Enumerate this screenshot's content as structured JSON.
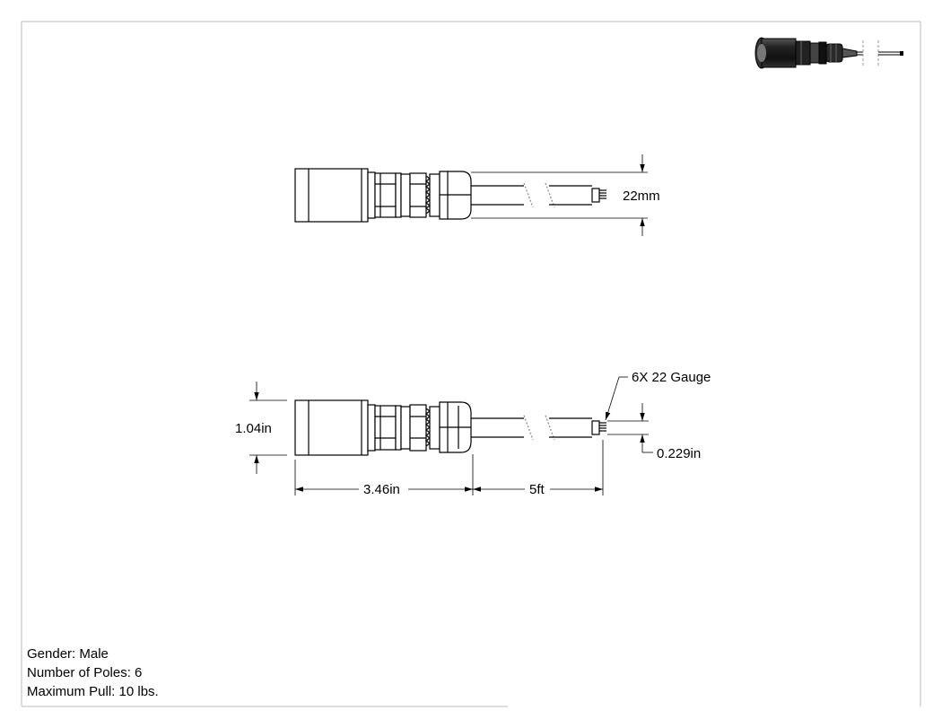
{
  "dimensions": {
    "cable_diameter": "22mm",
    "connector_height": "1.04in",
    "connector_length": "3.46in",
    "cable_length": "5ft",
    "wire_spec": "6X 22 Gauge",
    "wire_strip": "0.229in"
  },
  "notes": {
    "gender": "Gender: Male",
    "poles": "Number of Poles: 6",
    "max_pull": "Maximum Pull: 10 lbs."
  }
}
